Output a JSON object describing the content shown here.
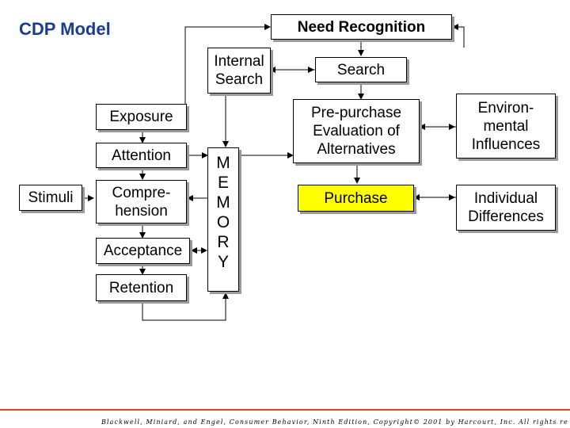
{
  "title": "CDP Model",
  "nodes": {
    "need_recognition": "Need Recognition",
    "internal_search": "Internal\nSearch",
    "search": "Search",
    "exposure": "Exposure",
    "attention": "Attention",
    "stimuli": "Stimuli",
    "comprehension": "Compre-\nhension",
    "acceptance": "Acceptance",
    "retention": "Retention",
    "memory_letters": [
      "M",
      "E",
      "M",
      "O",
      "R",
      "Y"
    ],
    "prepurchase": "Pre-purchase\nEvaluation of\nAlternatives",
    "purchase": "Purchase",
    "environmental": "Environ-\nmental\nInfluences",
    "individual": "Individual\nDifferences"
  },
  "colors": {
    "title": "#1a3d8f",
    "purchase_fill": "#ffff00",
    "footer_rule": "#c84a2a"
  },
  "footer": "Blackwell, Miniard, and Engel, Consumer Behavior, Ninth Edition, Copyright© 2001 by Harcourt, Inc. All rights reserved"
}
